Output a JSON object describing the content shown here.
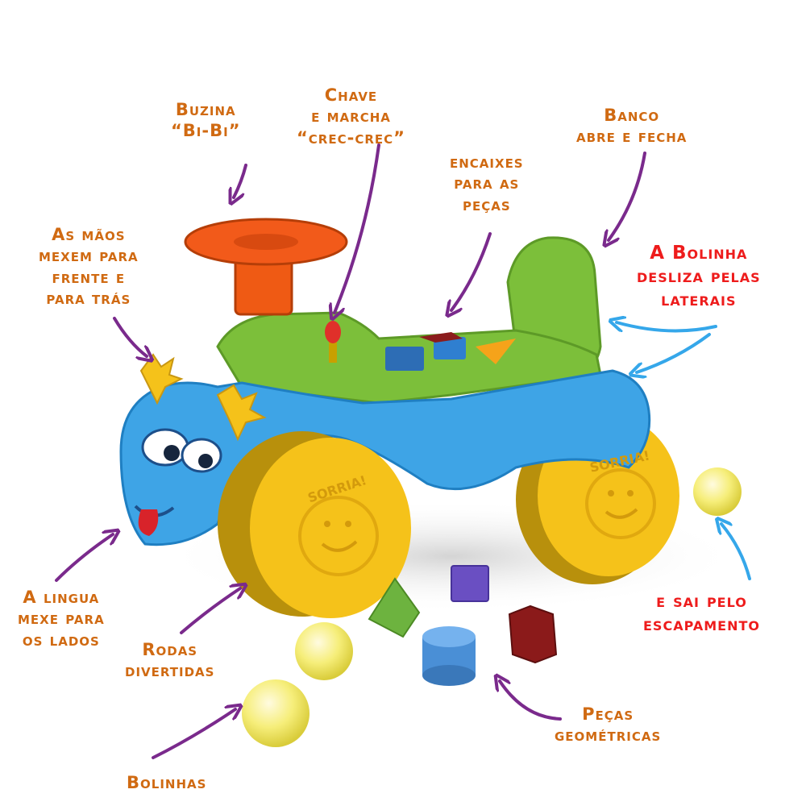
{
  "colors": {
    "label_orange": "#d06a12",
    "label_red": "#ee1c1c",
    "arrow_purple": "#7a2a8c",
    "arrow_blue": "#35a7ea",
    "toy_blue": "#3ea4e6",
    "toy_green": "#7cbf3a",
    "toy_yellow": "#f5c21a",
    "steering_orange": "#f25a1a"
  },
  "labels": {
    "buzina": [
      "Buzina",
      "“Bi-Bi”"
    ],
    "chave": [
      "Chave",
      "e marcha",
      "“crec-crec”"
    ],
    "banco": [
      "Banco",
      "abre e fecha"
    ],
    "encaixes": [
      "encaixes",
      "para as",
      "peças"
    ],
    "maos": [
      "As mãos",
      "mexem para",
      "frente e",
      "para trás"
    ],
    "bolinha": [
      "A Bolinha",
      "desliza pelas",
      "laterais"
    ],
    "lingua": [
      "A lingua",
      "mexe para",
      "os lados"
    ],
    "rodas": [
      "Rodas",
      "divertidas"
    ],
    "sai": [
      "e sai pelo",
      "escapamento"
    ],
    "pecas": [
      "Peças",
      "geométricas"
    ],
    "bolinhas": [
      "Bolinhas"
    ]
  },
  "wheel_text": "SORRIA!"
}
